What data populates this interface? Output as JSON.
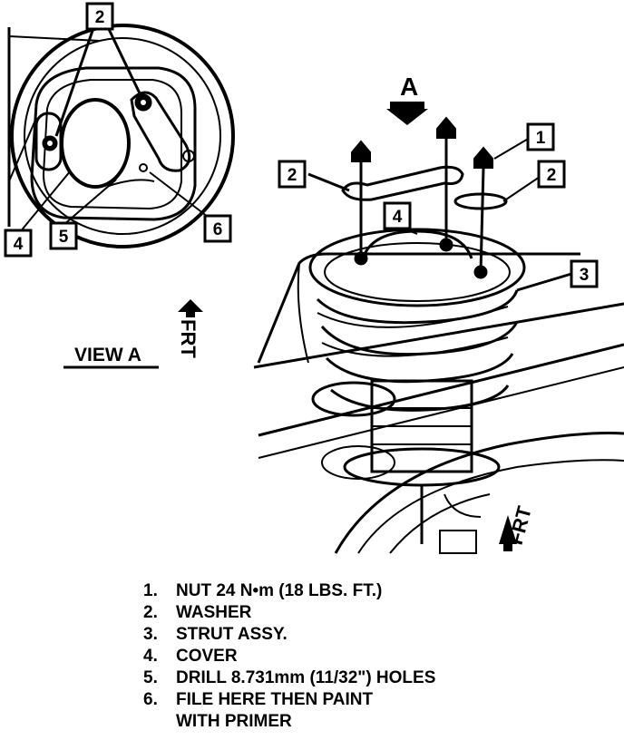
{
  "callouts": {
    "nut": "1",
    "washer": "2",
    "strut": "3",
    "cover": "4",
    "drill": "5",
    "file": "6"
  },
  "view_arrow_label": "A",
  "view_caption": "VIEW A",
  "front_label": "FRT",
  "legend": [
    {
      "num": "1.",
      "text": "NUT 24 N•m (18 LBS. FT.)"
    },
    {
      "num": "2.",
      "text": "WASHER"
    },
    {
      "num": "3.",
      "text": "STRUT ASSY."
    },
    {
      "num": "4.",
      "text": "COVER"
    },
    {
      "num": "5.",
      "text": "DRILL 8.731mm (11/32\") HOLES"
    },
    {
      "num": "6.",
      "text": "FILE HERE THEN PAINT\nWITH PRIMER"
    }
  ]
}
